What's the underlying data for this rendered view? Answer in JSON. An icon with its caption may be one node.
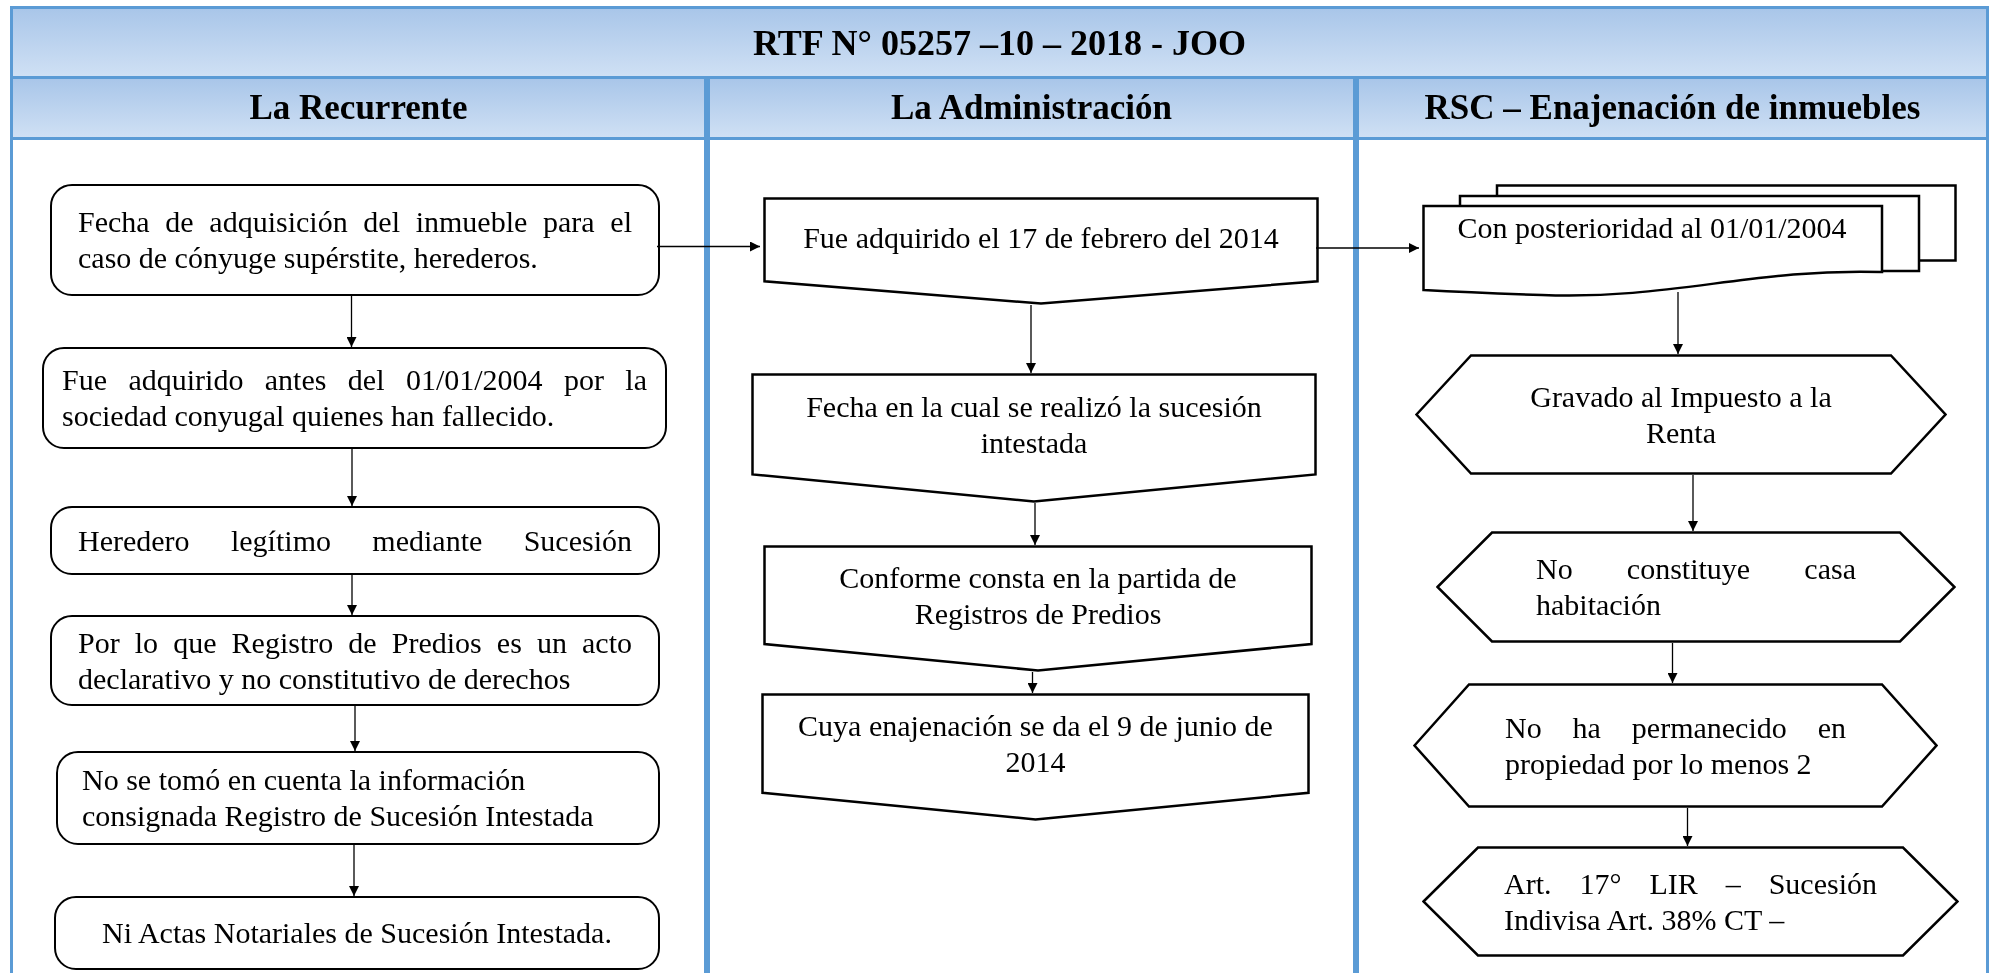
{
  "diagram": {
    "title": "RTF N° 05257 –10 – 2018 - JOO",
    "nodes": [
      {
        "text": [
          "La Recurrente"
        ]
      },
      {
        "text": [
          "La Administración"
        ]
      },
      {
        "text": [
          "RSC – Enajenación de inmuebles"
        ]
      },
      {
        "text": [
          "Fecha de adquisición del inmueble para el caso de cónyuge supérstite, herederos."
        ],
        "in": 0
      },
      {
        "text": [
          "Fue adquirido antes del 01/01/2004 por la sociedad conyugal quienes han fallecido."
        ],
        "in": 0
      },
      {
        "text": [
          "Heredero legítimo mediante Sucesión"
        ],
        "in": 0
      },
      {
        "text": [
          "Por lo que Registro de Predios es un acto declarativo y no constitutivo de derechos"
        ],
        "in": 0
      },
      {
        "text": [
          "No se tomó en cuenta la información consignada Registro de Sucesión Intestada"
        ],
        "in": 0
      },
      {
        "text": [
          "Ni Actas Notariales de Sucesión Intestada."
        ],
        "in": 0
      },
      {
        "text": [
          "Fue adquirido el 17 de febrero del 2014"
        ],
        "in": 1
      },
      {
        "text": [
          "Fecha en la cual se realizó la sucesión intestada"
        ],
        "in": 1
      },
      {
        "text": [
          "Conforme consta en la partida de Registros de Predios"
        ],
        "in": 1
      },
      {
        "text": [
          "Cuya enajenación se da el 9 de junio de 2014"
        ],
        "in": 1
      },
      {
        "text": [
          "Con posterioridad al 01/01/2004"
        ],
        "in": 2
      },
      {
        "text": [
          "Gravado al Impuesto a la Renta"
        ],
        "in": 2
      },
      {
        "text": [
          "No constituye casa habitación"
        ],
        "in": 2
      },
      {
        "text": [
          "No ha permanecido en propiedad por lo menos 2"
        ],
        "in": 2
      },
      {
        "text": [
          "Art. 17° LIR – Sucesión Indivisa Art. 38% CT –"
        ],
        "in": 2
      }
    ],
    "edges": [
      {
        "from": 3,
        "to": 4,
        "arrow": "to"
      },
      {
        "from": 4,
        "to": 5,
        "arrow": "to"
      },
      {
        "from": 5,
        "to": 6,
        "arrow": "to"
      },
      {
        "from": 6,
        "to": 7,
        "arrow": "to"
      },
      {
        "from": 7,
        "to": 8,
        "arrow": "to"
      },
      {
        "from": 3,
        "to": 9,
        "arrow": "to"
      },
      {
        "from": 9,
        "to": 10,
        "arrow": "to"
      },
      {
        "from": 10,
        "to": 11,
        "arrow": "to"
      },
      {
        "from": 11,
        "to": 12,
        "arrow": "to"
      },
      {
        "from": 9,
        "to": 13,
        "arrow": "to"
      },
      {
        "from": 13,
        "to": 14,
        "arrow": "to"
      },
      {
        "from": 14,
        "to": 15,
        "arrow": "to"
      },
      {
        "from": 15,
        "to": 16,
        "arrow": "to"
      },
      {
        "from": 16,
        "to": 17,
        "arrow": "to"
      }
    ]
  }
}
